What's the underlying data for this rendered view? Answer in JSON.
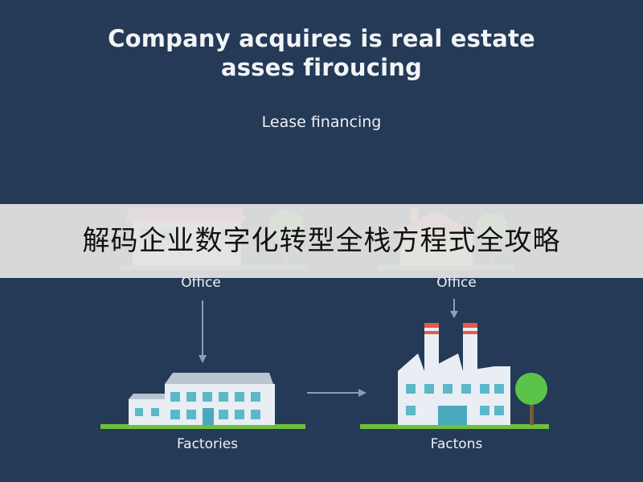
{
  "header": {
    "title_line1": "Company acquires is real estate",
    "title_line2": "asses firoucing",
    "subtitle": "Lease financing"
  },
  "diagram": {
    "left_office_label": "Office",
    "right_office_label": "Office",
    "left_bottom_label": "Factories",
    "right_bottom_label": "Factons"
  },
  "banner": {
    "text": "解码企业数字化转型全栈方程式全攻略"
  },
  "colors": {
    "background": "#243a56",
    "grass": "#6fbf3a",
    "building_wall": "#e8eef4",
    "window": "#5bb8c9",
    "roof_red": "#e45a4a",
    "tree": "#5cc34a"
  }
}
